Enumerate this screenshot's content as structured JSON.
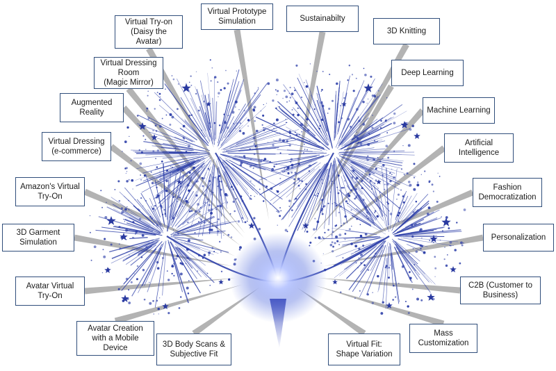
{
  "colors": {
    "spark": "#2c3ea8",
    "star": "#2a3aa0",
    "ray": "#a6a6a6",
    "box_border": "#2f4d7a",
    "core_glow": "#7f92e6"
  },
  "labels": [
    {
      "id": "virtual-try-on-daisy",
      "text": "Virtual Try-on\n(Daisy the Avatar)"
    },
    {
      "id": "virtual-prototype-simulation",
      "text": "Virtual Prototype\nSimulation"
    },
    {
      "id": "sustainability",
      "text": "Sustainabilty"
    },
    {
      "id": "3d-knitting",
      "text": "3D Knitting"
    },
    {
      "id": "virtual-dressing-room",
      "text": "Virtual Dressing\nRoom\n(Magic Mirror)"
    },
    {
      "id": "deep-learning",
      "text": "Deep Learning"
    },
    {
      "id": "augmented-reality",
      "text": "Augmented\nReality"
    },
    {
      "id": "machine-learning",
      "text": "Machine Learning"
    },
    {
      "id": "virtual-dressing-ecommerce",
      "text": "Virtual Dressing\n(e-commerce)"
    },
    {
      "id": "artificial-intelligence",
      "text": "Artificial\nIntelligence"
    },
    {
      "id": "amazons-virtual-try-on",
      "text": "Amazon's Virtual\nTry-On"
    },
    {
      "id": "fashion-democratization",
      "text": "Fashion\nDemocratization"
    },
    {
      "id": "3d-garment-simulation",
      "text": "3D Garment\nSimulation"
    },
    {
      "id": "personalization",
      "text": "Personalization"
    },
    {
      "id": "avatar-virtual-try-on",
      "text": "Avatar Virtual\nTry-On"
    },
    {
      "id": "c2b",
      "text": "C2B (Customer to\nBusiness)"
    },
    {
      "id": "avatar-creation-mobile",
      "text": "Avatar Creation\nwith a Mobile\nDevice"
    },
    {
      "id": "mass-customization",
      "text": "Mass\nCustomization"
    },
    {
      "id": "3d-body-scans",
      "text": "3D Body Scans &\nSubjective Fit"
    },
    {
      "id": "virtual-fit-shape",
      "text": "Virtual Fit:\nShape Variation"
    }
  ]
}
